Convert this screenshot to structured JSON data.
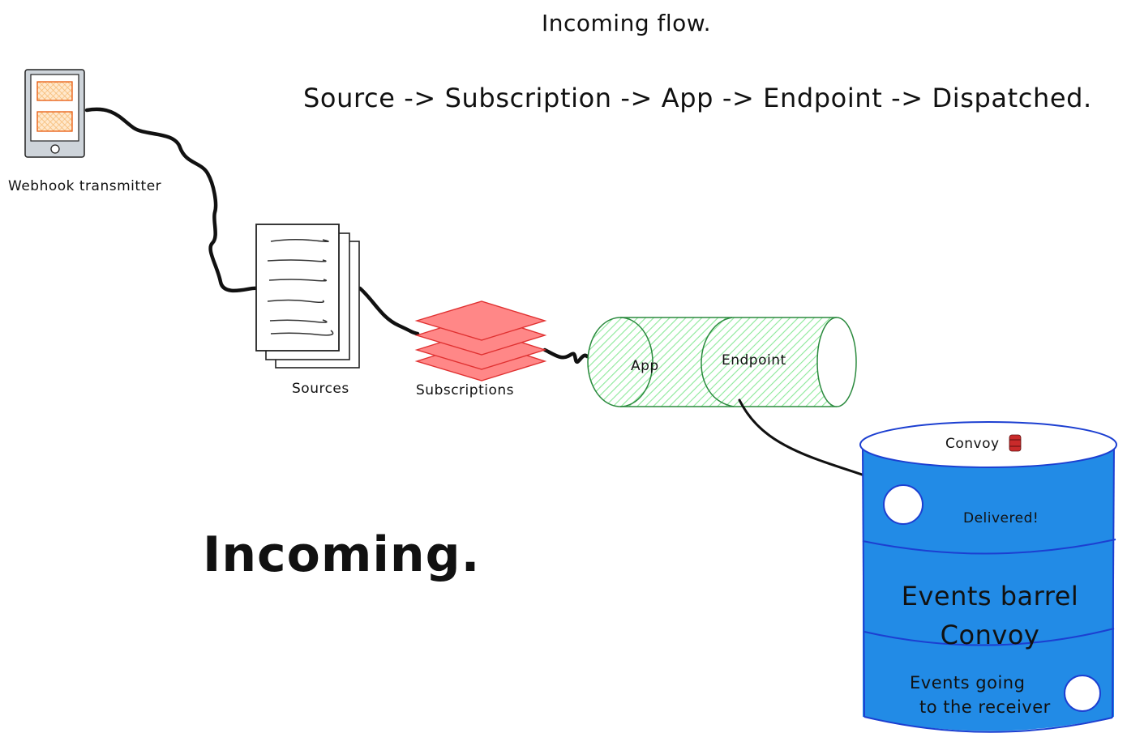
{
  "title": "Incoming flow.",
  "flow_sequence": "Source -> Subscription -> App -> Endpoint -> Dispatched.",
  "nodes": {
    "transmitter": "Webhook transmitter",
    "sources": "Sources",
    "subscriptions": "Subscriptions",
    "app": "App",
    "endpoint": "Endpoint"
  },
  "barrel": {
    "top_label": "Convoy",
    "top_icon": "barrel-icon",
    "delivered": "Delivered!",
    "title_line1": "Events barrel",
    "title_line2": "Convoy",
    "going_line1": "Events going",
    "going_line2": "to the receiver"
  },
  "big_label": "Incoming.",
  "colors": {
    "barrel_blue": "#228be6",
    "barrel_stroke": "#1c3fd1",
    "pipe_green": "#b2f2bb",
    "pipe_stroke": "#2b8a3e",
    "subscriptions_red": "#ff8787",
    "subscriptions_stroke": "#e03131",
    "screen_yellow": "#ffd8a8",
    "screen_stroke": "#e8590c",
    "device_gray": "#ced4da"
  }
}
